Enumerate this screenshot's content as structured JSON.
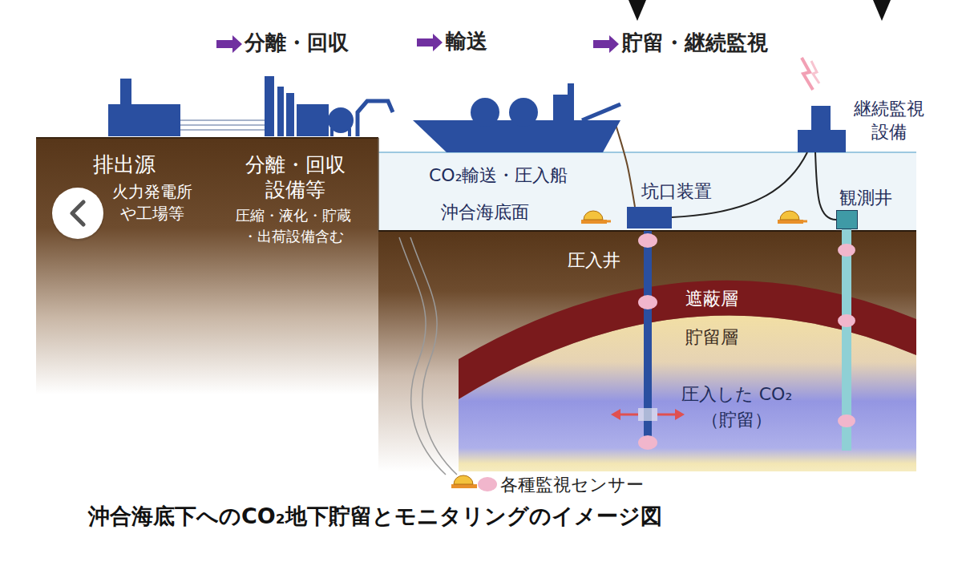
{
  "diagram": {
    "caption": "沖合海底下へのCO₂地下貯留とモニタリングのイメージ図",
    "nodes": [
      {
        "text": [
          "CO₂輸送・圧入船"
        ]
      },
      {
        "text": [
          "坑口装置"
        ]
      },
      {
        "text": [
          "継続監視 設備"
        ]
      },
      {
        "text": [
          "観測井"
        ]
      },
      {
        "text": [
          "圧入井"
        ]
      },
      {
        "text": [
          "遮蔽層"
        ]
      },
      {
        "text": [
          "貯留層",
          "圧入した CO₂（貯留）"
        ]
      }
    ],
    "edges": [
      {
        "from": 0,
        "to": 1,
        "arrow": "none"
      },
      {
        "from": 1,
        "to": 2,
        "arrow": "none"
      },
      {
        "from": 2,
        "to": 3,
        "arrow": "none"
      }
    ],
    "labels": [
      "分離・回収",
      "輸送",
      "貯留・継続監視",
      "排出源",
      "火力発電所 や工場等",
      "分離・回収 設備等",
      "圧縮・液化・貯蔵 ・出荷設備含む",
      "沖合海底面"
    ],
    "legend": [
      {
        "text": "各種監視センサー"
      }
    ]
  }
}
